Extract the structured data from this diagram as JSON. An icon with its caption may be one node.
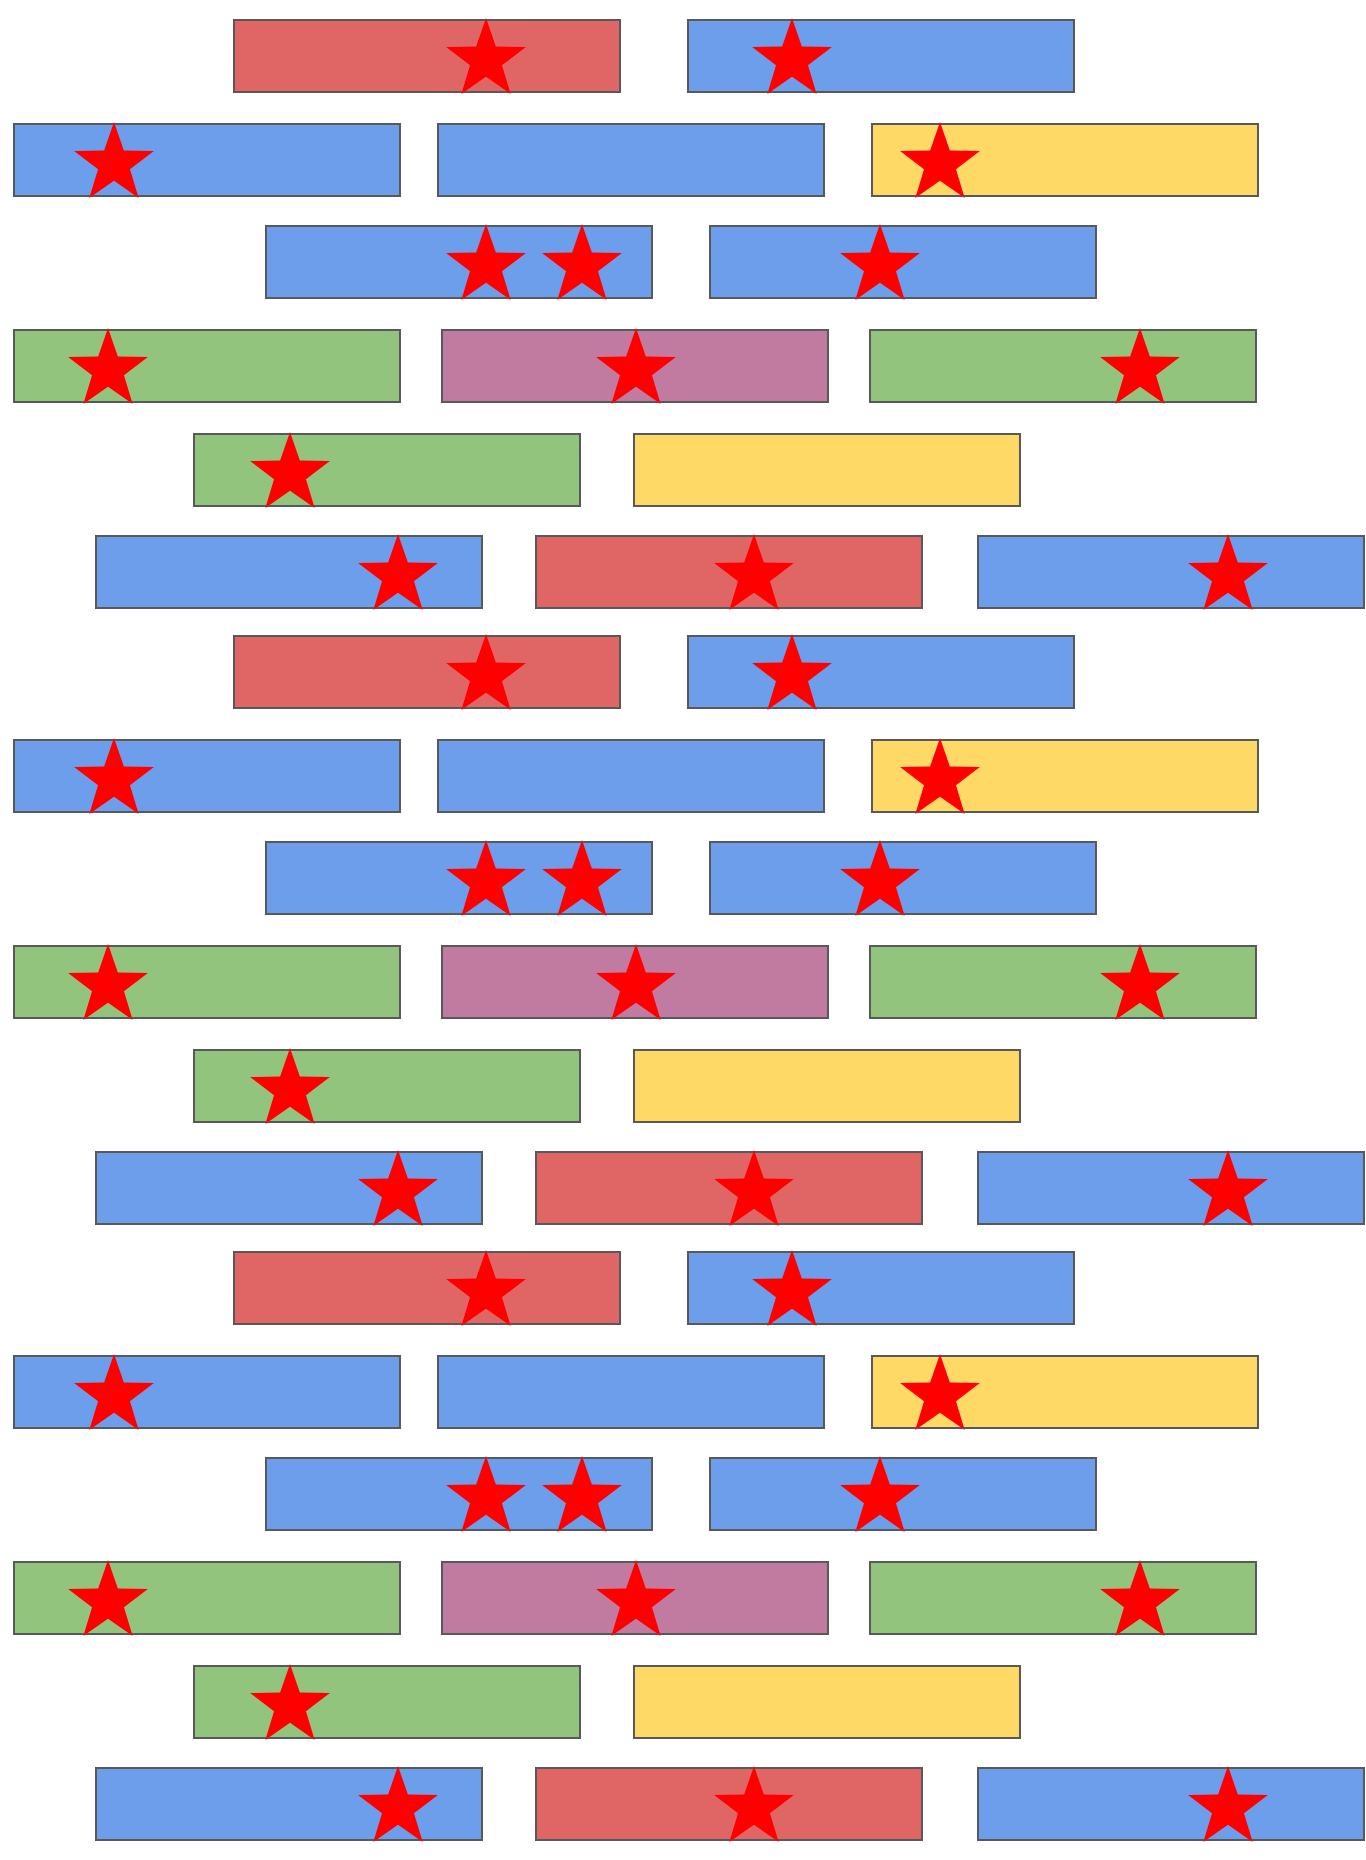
{
  "diagram": {
    "nodes": [
      {
        "text": [],
        "shape": "bar"
      },
      {
        "text": [],
        "shape": "bar"
      },
      {
        "text": [],
        "shape": "bar"
      },
      {
        "text": [],
        "shape": "bar"
      },
      {
        "text": [],
        "shape": "bar"
      },
      {
        "text": [],
        "shape": "bar"
      },
      {
        "text": [],
        "shape": "bar"
      },
      {
        "text": [],
        "shape": "bar"
      },
      {
        "text": [],
        "shape": "bar"
      },
      {
        "text": [],
        "shape": "bar"
      },
      {
        "text": [],
        "shape": "bar"
      },
      {
        "text": [],
        "shape": "bar"
      },
      {
        "text": [],
        "shape": "bar"
      },
      {
        "text": [],
        "shape": "bar"
      },
      {
        "text": [],
        "shape": "bar"
      },
      {
        "text": [],
        "shape": "bar"
      },
      {
        "text": [],
        "shape": "bar"
      },
      {
        "text": [],
        "shape": "bar"
      },
      {
        "text": [],
        "shape": "bar"
      },
      {
        "text": [],
        "shape": "bar"
      },
      {
        "text": [],
        "shape": "bar"
      },
      {
        "text": [],
        "shape": "bar"
      },
      {
        "text": [],
        "shape": "bar"
      },
      {
        "text": [],
        "shape": "bar"
      },
      {
        "text": [],
        "shape": "bar"
      },
      {
        "text": [],
        "shape": "bar"
      },
      {
        "text": [],
        "shape": "bar"
      },
      {
        "text": [],
        "shape": "bar"
      },
      {
        "text": [],
        "shape": "bar"
      },
      {
        "text": [],
        "shape": "bar"
      },
      {
        "text": [],
        "shape": "bar"
      },
      {
        "text": [],
        "shape": "bar"
      },
      {
        "text": [],
        "shape": "bar"
      },
      {
        "text": [],
        "shape": "bar"
      },
      {
        "text": [],
        "shape": "bar"
      },
      {
        "text": [],
        "shape": "bar"
      },
      {
        "text": [],
        "shape": "bar"
      },
      {
        "text": [],
        "shape": "bar"
      },
      {
        "text": [],
        "shape": "bar"
      },
      {
        "text": [],
        "shape": "bar"
      },
      {
        "text": [],
        "shape": "bar"
      },
      {
        "text": [],
        "shape": "bar"
      },
      {
        "text": [],
        "shape": "bar"
      },
      {
        "text": [],
        "shape": "bar"
      },
      {
        "text": [],
        "shape": "bar"
      }
    ]
  }
}
